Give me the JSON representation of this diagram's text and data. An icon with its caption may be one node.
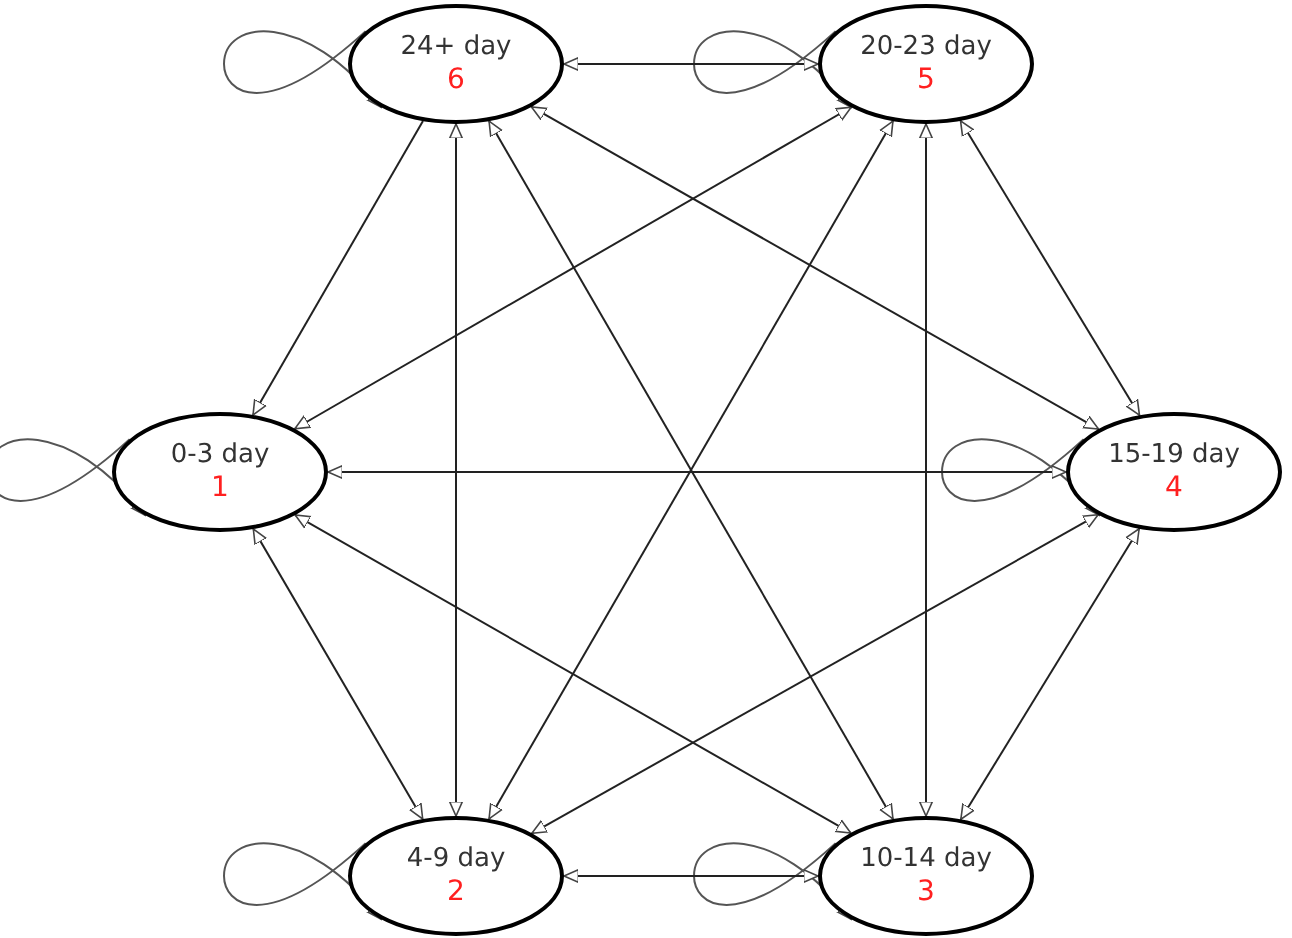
{
  "diagram": {
    "nodes": [
      {
        "text": [
          "24+ day",
          "6"
        ]
      },
      {
        "text": [
          "20-23 day",
          "5"
        ]
      },
      {
        "text": [
          "0-3 day",
          "1"
        ]
      },
      {
        "text": [
          "15-19 day",
          "4"
        ]
      },
      {
        "text": [
          "4-9 day",
          "2"
        ]
      },
      {
        "text": [
          "10-14 day",
          "3"
        ]
      }
    ],
    "edges": [
      {
        "from": 0,
        "to": 0,
        "arrow": "to"
      },
      {
        "from": 1,
        "to": 1,
        "arrow": "to"
      },
      {
        "from": 2,
        "to": 2,
        "arrow": "to"
      },
      {
        "from": 3,
        "to": 3,
        "arrow": "to"
      },
      {
        "from": 4,
        "to": 4,
        "arrow": "to"
      },
      {
        "from": 5,
        "to": 5,
        "arrow": "to"
      },
      {
        "from": 0,
        "to": 1,
        "arrow": "both"
      },
      {
        "from": 0,
        "to": 2,
        "arrow": "to"
      },
      {
        "from": 0,
        "to": 3,
        "arrow": "both"
      },
      {
        "from": 0,
        "to": 4,
        "arrow": "both"
      },
      {
        "from": 0,
        "to": 5,
        "arrow": "both"
      },
      {
        "from": 1,
        "to": 2,
        "arrow": "both"
      },
      {
        "from": 1,
        "to": 3,
        "arrow": "both"
      },
      {
        "from": 1,
        "to": 4,
        "arrow": "both"
      },
      {
        "from": 1,
        "to": 5,
        "arrow": "both"
      },
      {
        "from": 2,
        "to": 3,
        "arrow": "both"
      },
      {
        "from": 2,
        "to": 4,
        "arrow": "both"
      },
      {
        "from": 2,
        "to": 5,
        "arrow": "both"
      },
      {
        "from": 3,
        "to": 4,
        "arrow": "both"
      },
      {
        "from": 3,
        "to": 5,
        "arrow": "both"
      },
      {
        "from": 4,
        "to": 5,
        "arrow": "both"
      }
    ]
  }
}
